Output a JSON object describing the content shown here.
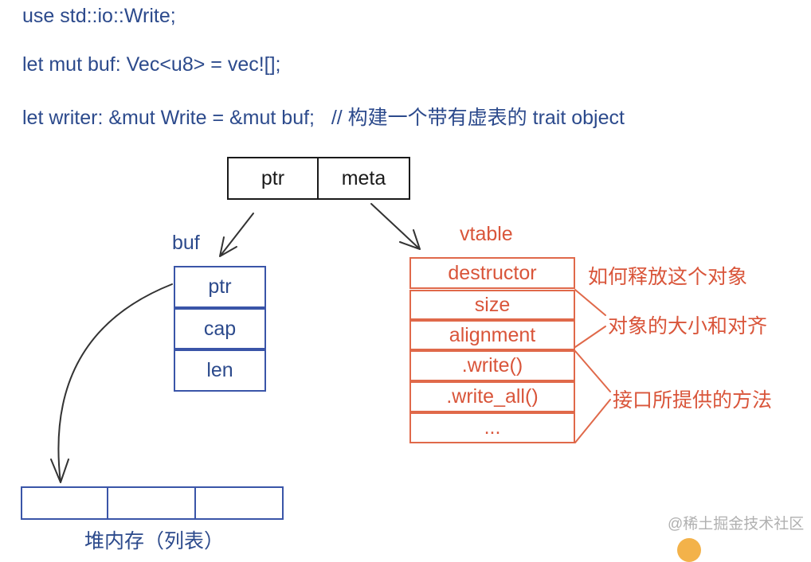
{
  "code": {
    "line1": "use std::io::Write;",
    "line2": "let mut buf: Vec<u8> = vec![];",
    "line3": "let writer: &mut Write = &mut buf;   // 构建一个带有虚表的 trait object"
  },
  "fat_pointer": {
    "ptr": "ptr",
    "meta": "meta"
  },
  "buf": {
    "label": "buf",
    "fields": [
      "ptr",
      "cap",
      "len"
    ]
  },
  "vtable": {
    "label": "vtable",
    "entries": [
      "destructor",
      "size",
      "alignment",
      ".write()",
      ".write_all()",
      "..."
    ]
  },
  "annotations": {
    "destructor": "如何释放这个对象",
    "size_align": "对象的大小和对齐",
    "methods": "接口所提供的方法"
  },
  "heap": {
    "label": "堆内存（列表）"
  },
  "watermark": "@稀土掘金技术社区",
  "colors": {
    "code": "#2c4a8c",
    "blue": "#3a55a8",
    "red": "#e0694a",
    "black": "#1a1a1a"
  }
}
